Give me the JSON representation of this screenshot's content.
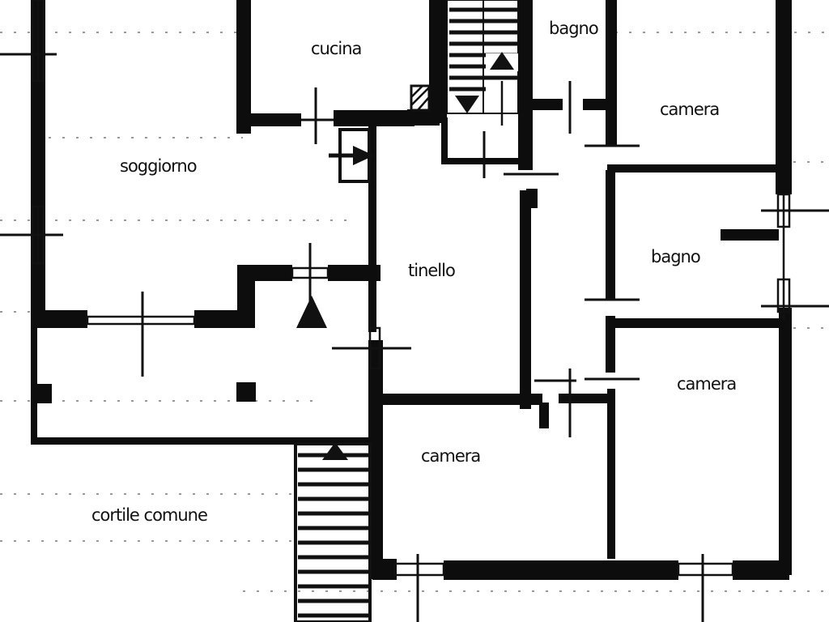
{
  "rooms": {
    "cucina": "cucina",
    "bagno_top": "bagno",
    "camera_top_right": "camera",
    "soggiorno": "soggiorno",
    "tinello": "tinello",
    "bagno_right": "bagno",
    "camera_mid_right": "camera",
    "camera_bottom": "camera",
    "cortile": "cortile comune"
  },
  "colors": {
    "wall": "#0d0d0d",
    "background": "#ffffff",
    "guide_dash": "#777777"
  }
}
